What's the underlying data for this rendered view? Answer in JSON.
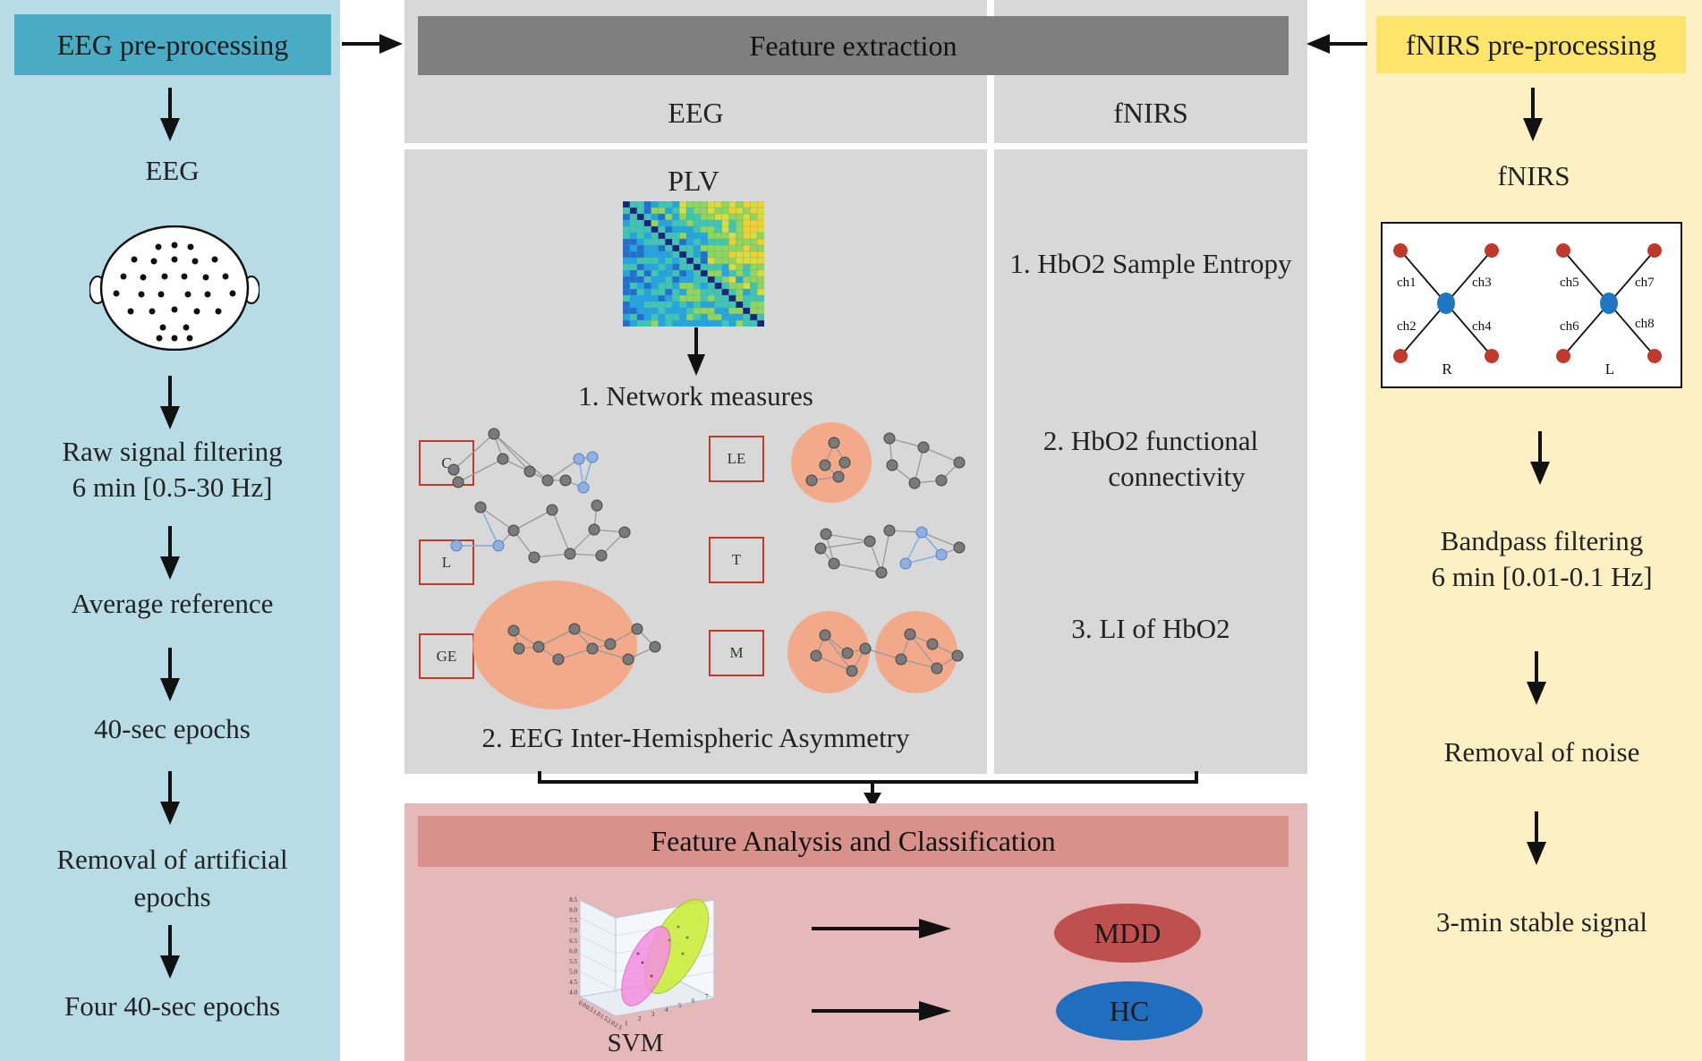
{
  "eeg_preproc": {
    "title": "EEG pre-processing",
    "steps": [
      "EEG",
      "Raw signal filtering",
      "6 min [0.5-30 Hz]",
      "Average reference",
      "40-sec epochs",
      "Removal of artificial",
      "epochs",
      "Four 40-sec epochs"
    ]
  },
  "feature_extraction": {
    "title": "Feature extraction",
    "eeg_col": "EEG",
    "fnirs_col": "fNIRS",
    "plv_label": "PLV",
    "network_measures": "1. Network measures",
    "asymmetry": "2. EEG Inter-Hemispheric Asymmetry",
    "measure_boxes": [
      "C",
      "LE",
      "L",
      "T",
      "GE",
      "M"
    ],
    "fnirs_features": [
      "1. HbO2 Sample Entropy",
      "2. HbO2 functional",
      "connectivity",
      "3. LI of HbO2"
    ]
  },
  "classification": {
    "title": "Feature Analysis and Classification",
    "svm_label": "SVM",
    "outputs": [
      "MDD",
      "HC"
    ],
    "svm_axis_ticks_y": [
      "8.5",
      "8.0",
      "7.5",
      "7.0",
      "6.5",
      "6.0",
      "5.5",
      "5.0",
      "4.5",
      "4.0"
    ],
    "svm_axis_ticks_x": [
      "0.0",
      "0.5",
      "1.0",
      "1.5",
      "2.0",
      "2.5"
    ],
    "svm_axis_ticks_z": [
      "1",
      "2",
      "3",
      "4",
      "5",
      "6",
      "7"
    ]
  },
  "fnirs_preproc": {
    "title": "fNIRS pre-processing",
    "steps": [
      "fNIRS",
      "Bandpass filtering",
      "6 min [0.01-0.1 Hz]",
      "Removal of noise",
      "3-min stable signal"
    ],
    "channels": [
      "ch1",
      "ch3",
      "ch2",
      "ch4",
      "ch5",
      "ch7",
      "ch6",
      "ch8"
    ],
    "sides": [
      "R",
      "L"
    ]
  },
  "colors": {
    "eeg_panel": "#b7dce6",
    "eeg_header": "#4aacc4",
    "fnirs_panel": "#fdf0c3",
    "fnirs_header": "#fde46a",
    "feature_header": "#7f7f7f",
    "feature_panel": "#d8d8d8",
    "class_panel": "#e5b9b9",
    "class_header": "#d9918c",
    "mdd": "#c0504d",
    "hc": "#1f6ebf",
    "node": "#7a7a7a",
    "node_highlight": "#8fb0e3",
    "cluster": "#f5a582"
  }
}
